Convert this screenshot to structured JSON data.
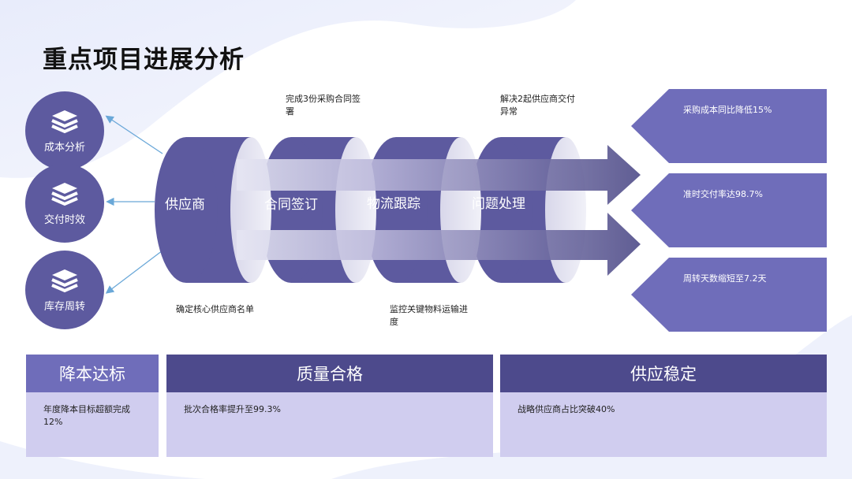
{
  "title": "重点项目进展分析",
  "categories": [
    {
      "label": "成本分析",
      "icon": "stack-icon"
    },
    {
      "label": "交付时效",
      "icon": "stack-icon"
    },
    {
      "label": "库存周转",
      "icon": "stack-icon"
    }
  ],
  "stages": [
    {
      "label": "供应商"
    },
    {
      "label": "合同签订"
    },
    {
      "label": "物流跟踪"
    },
    {
      "label": "问题处理"
    }
  ],
  "notes": {
    "top_1": "完成3份采购合同签署",
    "top_2": "解决2起供应商交付异常",
    "bottom_1": "确定核心供应商名单",
    "bottom_2": "监控关键物料运输进度"
  },
  "results": [
    "采购成本同比降低15%",
    "准时交付率达98.7%",
    "周转天数缩短至7.2天"
  ],
  "cards": [
    {
      "title": "降本达标",
      "text": "年度降本目标超额完成12%"
    },
    {
      "title": "质量合格",
      "text": "批次合格率提升至99.3%"
    },
    {
      "title": "供应稳定",
      "text": "战略供应商占比突破40%"
    }
  ],
  "colors": {
    "primary": "#5d5a9f",
    "dark": "#4a4785",
    "light_panel": "#d0cdef",
    "arrow_line": "#6aa8d8"
  }
}
